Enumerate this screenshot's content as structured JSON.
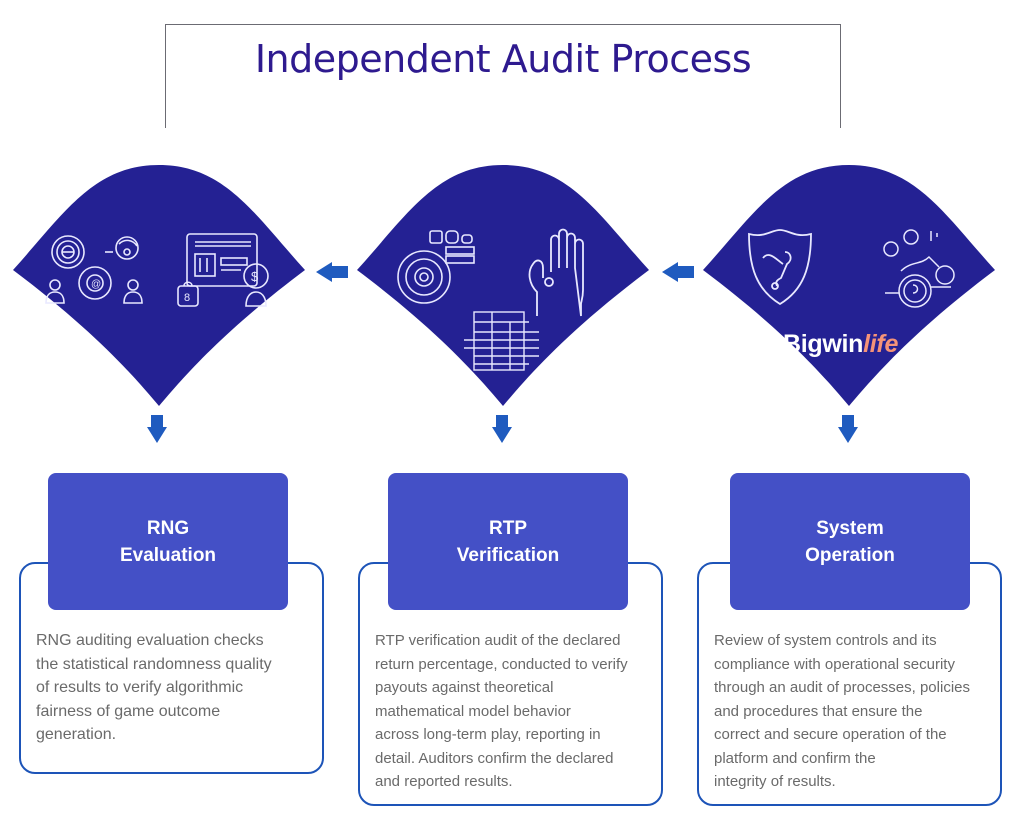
{
  "title": "Independent Audit Process",
  "colors": {
    "node_fill": "#242193",
    "arrow": "#1f5bbf",
    "header_fill": "#4450c6",
    "outline": "#1d54b8",
    "title": "#2e1a8f",
    "brand_accent": "#f59378"
  },
  "nodes": [
    {
      "icons": [
        "fingerprint-icon",
        "auditor-team-icon",
        "dashboard-icon",
        "lock-icon",
        "money-bag-icon"
      ]
    },
    {
      "icons": [
        "gear-flower-icon",
        "hand-icon",
        "ledger-stack-icon"
      ]
    },
    {
      "icons": [
        "shield-icon",
        "network-icon"
      ],
      "brand": {
        "main": "Bigwin",
        "accent": "life"
      }
    }
  ],
  "steps": [
    {
      "title_line1": "RNG",
      "title_line2": "Evaluation",
      "body": [
        "RNG auditing evaluation checks",
        "the statistical randomness quality",
        "of results to verify algorithmic",
        "fairness of game outcome",
        "generation."
      ]
    },
    {
      "title_line1": "RTP",
      "title_line2": "Verification",
      "body": [
        "RTP verification audit of the declared",
        "return percentage, conducted to verify",
        "payouts against theoretical",
        "mathematical model behavior",
        "across long-term play, reporting in",
        "detail. Auditors confirm the declared",
        "and reported results."
      ]
    },
    {
      "title_line1": "System",
      "title_line2": "Operation",
      "body": [
        "Review of system controls and its",
        "compliance with operational security",
        "through an audit of processes, policies",
        "and procedures that ensure the",
        "correct and secure operation of the",
        "platform and confirm the",
        "integrity of results."
      ]
    }
  ]
}
